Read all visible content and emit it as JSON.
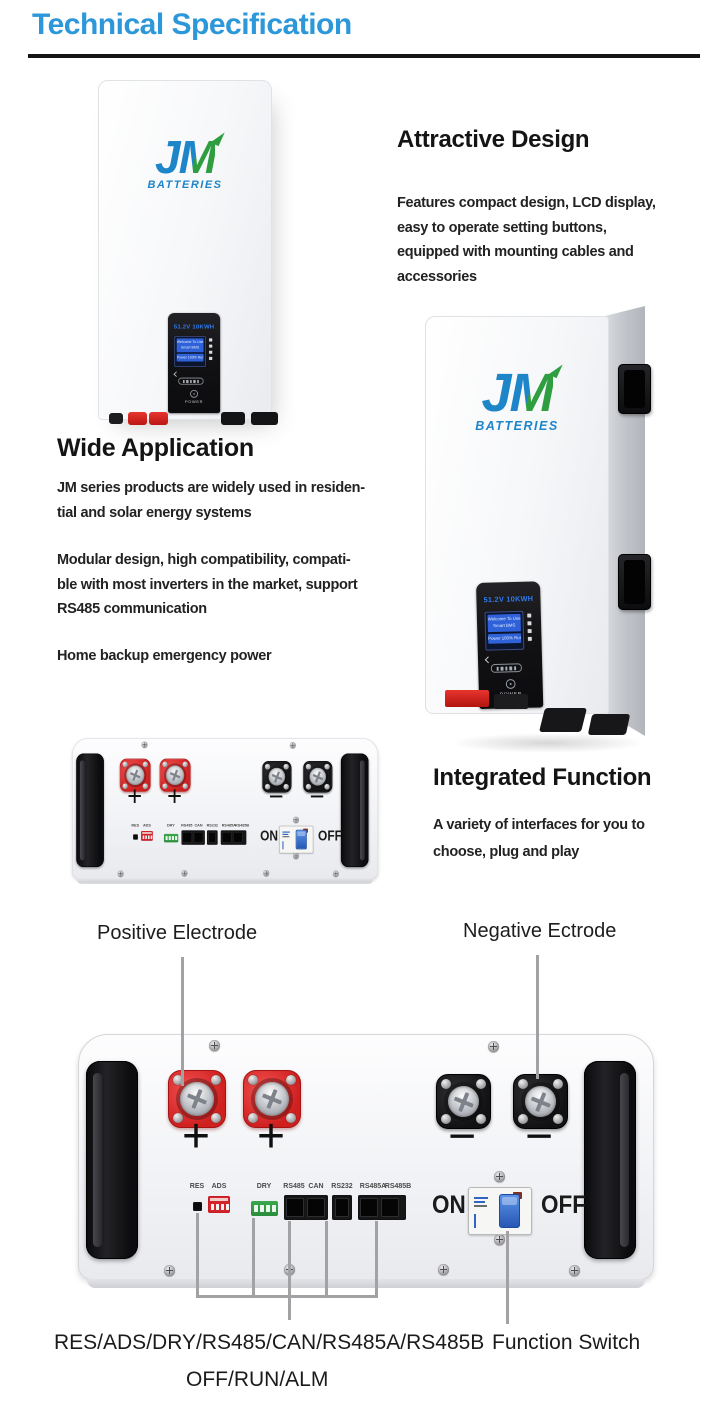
{
  "header": {
    "title": "Technical Specification"
  },
  "colors": {
    "title_blue": "#2d98d9",
    "logo_blue": "#1d85c8",
    "logo_green": "#2f9e41",
    "terminal_red": "#d42222",
    "lcd_blue": "#2f62d8"
  },
  "sections": {
    "attractive": {
      "heading": "Attractive Design",
      "lines": [
        "Features compact design, LCD display,",
        "easy to operate setting buttons,",
        "equipped with mounting cables and",
        "accessories"
      ]
    },
    "wide": {
      "heading": "Wide Application",
      "p1": [
        "JM series products are widely used in residen-",
        "tial and solar energy systems"
      ],
      "p2": [
        "Modular design, high compatibility, compati-",
        "ble with most inverters in the market, support",
        "RS485 communication"
      ],
      "p3": [
        "Home backup emergency power"
      ]
    },
    "integrated": {
      "heading": "Integrated Function",
      "lines": [
        "A variety of interfaces for you to",
        "choose, plug and play"
      ]
    }
  },
  "branding": {
    "logo_j": "J",
    "logo_m": "M",
    "logo_sub": "BATTERIES"
  },
  "device": {
    "display_title": "51.2V 10KWH",
    "lcd_lines": [
      "Welcome To Use",
      "Smart BMS",
      "Power 100% Run"
    ],
    "power_label": "POWER"
  },
  "panel": {
    "positive_sign": "+",
    "negative_sign": "−",
    "on_label": "ON",
    "off_label": "OFF",
    "port_labels": {
      "res": "RES",
      "ads": "ADS",
      "dry": "DRY",
      "rs485": "RS485",
      "can": "CAN",
      "rs232": "RS232",
      "rs485a": "RS485A",
      "rs485b": "RS485B"
    }
  },
  "annotations": {
    "positive": "Positive Electrode",
    "negative": "Negative Ectrode",
    "ports_label": "RES/ADS/DRY/RS485/CAN/RS485A/RS485B",
    "status_label": "OFF/RUN/ALM",
    "switch_label": "Function Switch"
  }
}
